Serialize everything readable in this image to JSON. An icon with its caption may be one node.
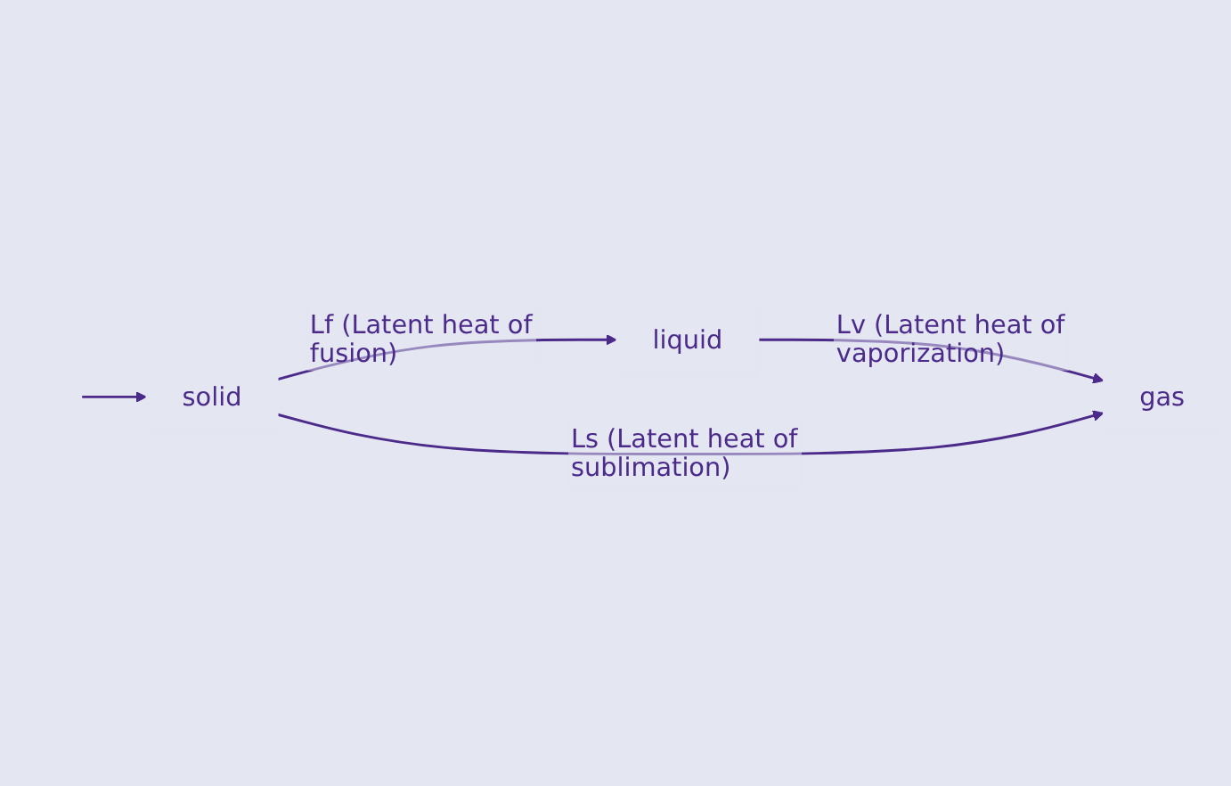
{
  "diagram": {
    "nodes": [
      {
        "text": [
          "solid"
        ]
      },
      {
        "text": [
          "liquid"
        ]
      },
      {
        "text": [
          "gas"
        ]
      }
    ],
    "edges": [
      {
        "from": null,
        "to": 0,
        "arrow": "to"
      },
      {
        "from": 0,
        "to": 1,
        "arrow": "to",
        "label": "Lf (Latent heat of fusion)"
      },
      {
        "from": 1,
        "to": 2,
        "arrow": "to",
        "label": "Lv (Latent heat of vaporization)"
      },
      {
        "from": 0,
        "to": 2,
        "arrow": "to",
        "label": "Ls (Latent heat of sublimation)"
      }
    ]
  }
}
